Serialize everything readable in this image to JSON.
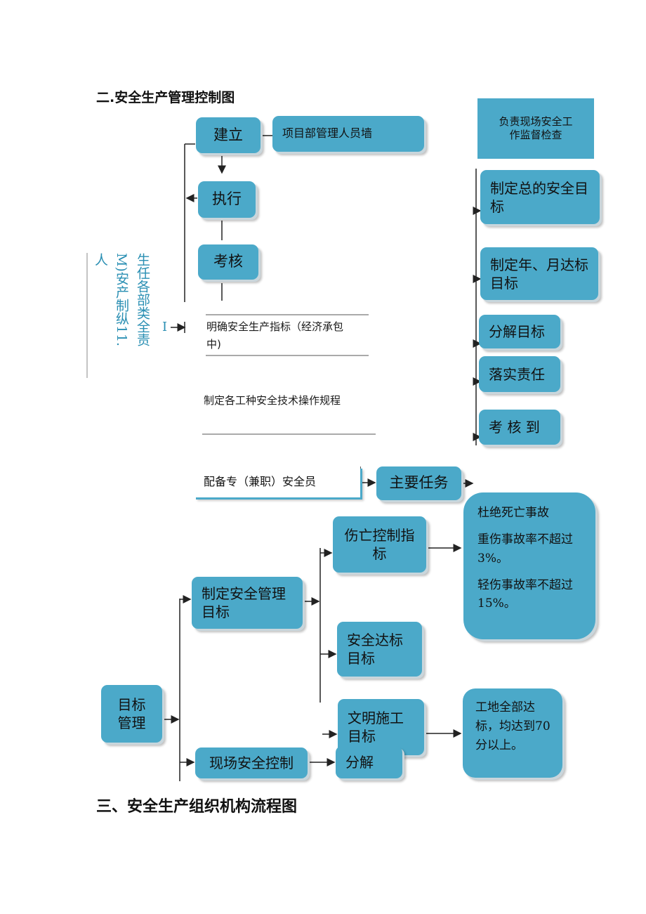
{
  "headings": {
    "section2": "二.安全生产管理控制图",
    "section3": "三、安全生产组织机构流程图"
  },
  "flow1": {
    "build": "建立",
    "project_staff": "项目部管理人员墙",
    "execute": "执行",
    "assess": "考核",
    "side_col1": "生任各部类全责",
    "side_col2": "M)安产制纵11.",
    "side_col3": "人",
    "side_marker": "I",
    "clarify_line1": "明确安全生产指标（经济承包",
    "clarify_line2": "中)",
    "procedures": "制定各工种安全技术操作规程",
    "equip_officer": "配备专（兼职）安全员",
    "main_task": "主要任务"
  },
  "right_column": {
    "header_line1": "负责现场安全工",
    "header_line2": "作监督检查",
    "items": [
      "制定总的安全目标",
      "制定年、月达标目标",
      "分解目标",
      "落实责任",
      "考 核 到"
    ]
  },
  "flow2": {
    "target_mgmt": "目标管理",
    "set_safety_mgmt": "制定安全管理目标",
    "site_control": "现场安全控制",
    "casualty": "伤亡控制指标",
    "safety_std": "安全达标目标",
    "civilized": "文明施工目标",
    "decompose": "分解",
    "casualty_result": {
      "line1": "杜绝死亡事故",
      "line2": "重伤事故率不超过3%。",
      "line3": "轻伤事故率不超过15%。"
    },
    "site_result": "工地全部达标，均达到70分以上。"
  }
}
